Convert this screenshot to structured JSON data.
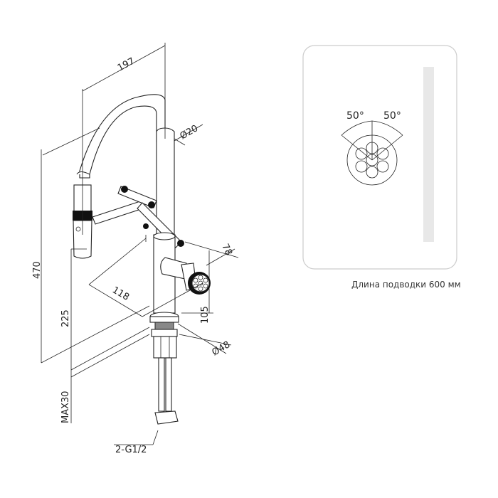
{
  "dimensions": {
    "spout_reach": "197",
    "spout_diameter": "Ø20",
    "total_height": "470",
    "handle_height": "225",
    "max_counter_thickness": "MAX30",
    "handle_reach": "118",
    "aerator_offset": "78",
    "aerator_height": "105",
    "base_diameter": "Ø48",
    "connection_thread": "2-G1/2"
  },
  "rotation_diagram": {
    "left_angle": "50°",
    "right_angle": "50°"
  },
  "caption": "Длина подводки 600 мм",
  "colors": {
    "line": "#222222",
    "panel_border": "#cccccc",
    "bar": "#e8e8e8"
  }
}
